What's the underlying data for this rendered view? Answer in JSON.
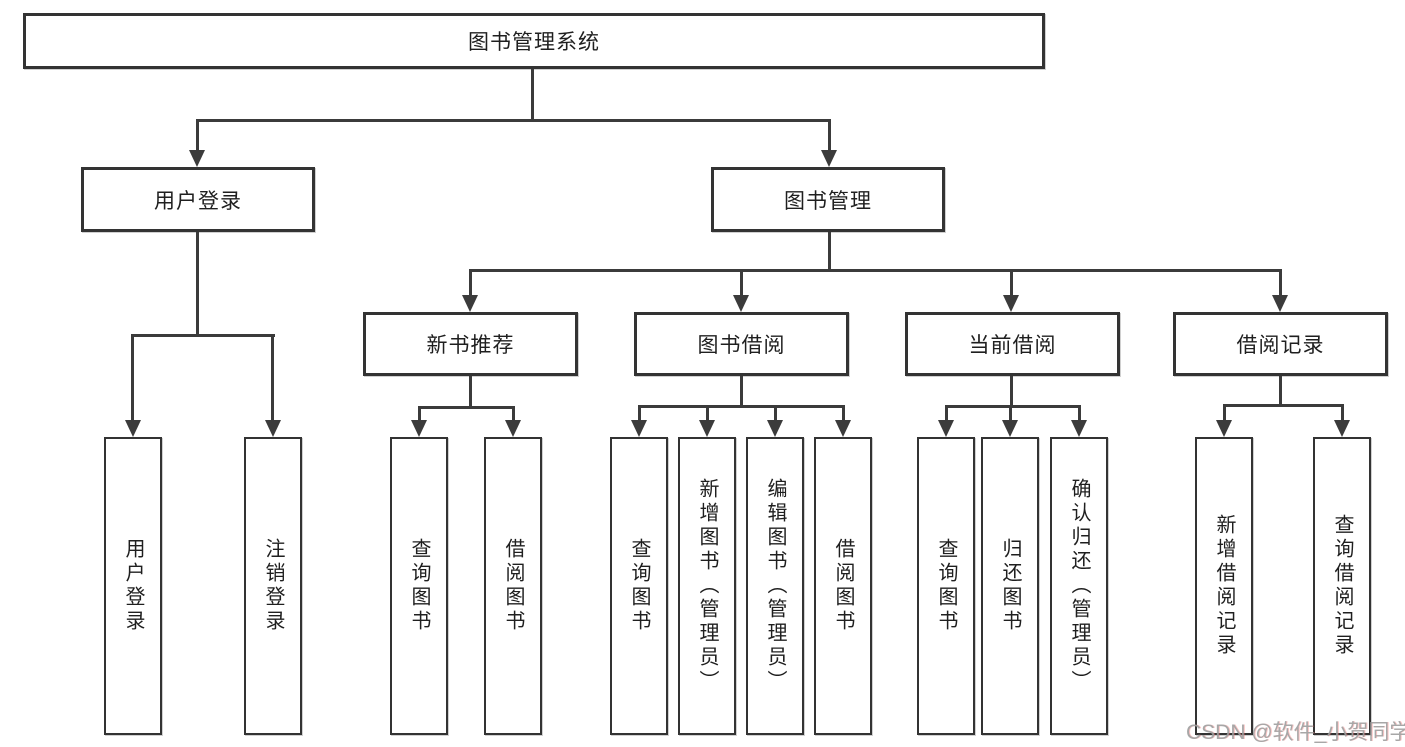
{
  "tree": {
    "label": "图书管理系统",
    "children": [
      {
        "label": "用户登录",
        "children": [
          {
            "label": "用户登录"
          },
          {
            "label": "注销登录"
          }
        ]
      },
      {
        "label": "图书管理",
        "children": [
          {
            "label": "新书推荐",
            "children": [
              {
                "label": "查询图书"
              },
              {
                "label": "借阅图书"
              }
            ]
          },
          {
            "label": "图书借阅",
            "children": [
              {
                "label": "查询图书"
              },
              {
                "label": "新增图书（管理员）"
              },
              {
                "label": "编辑图书（管理员）"
              },
              {
                "label": "借阅图书"
              }
            ]
          },
          {
            "label": "当前借阅",
            "children": [
              {
                "label": "查询图书"
              },
              {
                "label": "归还图书"
              },
              {
                "label": "确认归还（管理员）"
              }
            ]
          },
          {
            "label": "借阅记录",
            "children": [
              {
                "label": "新增借阅记录"
              },
              {
                "label": "查询借阅记录"
              }
            ]
          }
        ]
      }
    ]
  },
  "watermark": {
    "text": "CSDN @软件_小贺同学"
  },
  "colors": {
    "line": "#3b3b3b",
    "border": "#333333",
    "text": "#1f1f1f",
    "watermark": "#9e9e9e"
  }
}
